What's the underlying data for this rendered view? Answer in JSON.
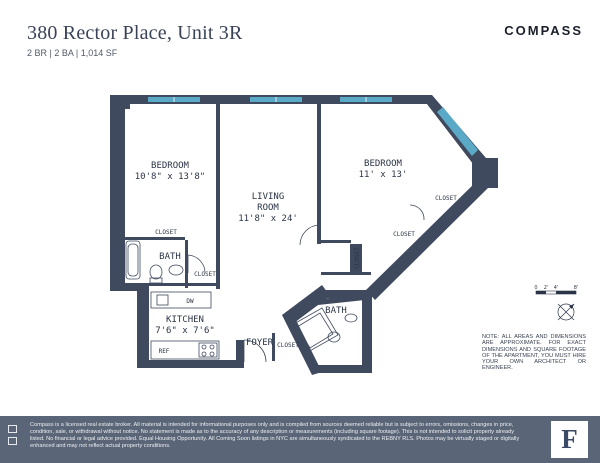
{
  "header": {
    "address": "380 Rector Place, Unit 3R",
    "specs": "2 BR | 2 BA | 1,014 SF",
    "brand": "COMPASS"
  },
  "rooms": {
    "bedroom1_name": "BEDROOM",
    "bedroom1_dims": "10'8\" x 13'8\"",
    "living_name_1": "LIVING",
    "living_name_2": "ROOM",
    "living_dims": "11'8\" x 24'",
    "bedroom2_name": "BEDROOM",
    "bedroom2_dims": "11' x 13'",
    "kitchen_name": "KITCHEN",
    "kitchen_dims": "7'6\" x 7'6\"",
    "bath1": "BATH",
    "bath2": "BATH",
    "foyer": "FOYER",
    "closet_b1": "CLOSET",
    "closet_bath1": "CLOSET",
    "closet_b2_a": "CLOSET",
    "closet_b2_b": "CLOSET",
    "closet_vertical": "CLOSET",
    "closet_foyer": "CLOSET",
    "dw": "DW",
    "ref": "REF"
  },
  "scale": {
    "t0": "0",
    "t1": "2'",
    "t2": "4'",
    "t3": "8'"
  },
  "note": "Note: All areas and dimensions are approximate. For exact dimensions and square footage of the apartment, you must hire your own architect or engineer.",
  "footer": {
    "disclaimer": "Compass is a licensed real estate broker. All material is intended for informational purposes only and is compiled from sources deemed reliable but is subject to errors, omissions, changes in price, condition, sale, or withdrawal without notice. No statement is made as to the accuracy of any description or measurements (including square footage). This is not intended to solicit property already listed. No financial or legal advice provided. Equal Housing Opportunity. All Coming Soon listings in NYC are simultaneously syndicated to the REBNY RLS. Photos may be virtually staged or digitally enhanced and may not reflect actual property conditions.",
    "badge": "F"
  },
  "colors": {
    "wall": "#3f4a5e",
    "window": "#5aa9c6",
    "footer_bg": "#5a6577"
  }
}
